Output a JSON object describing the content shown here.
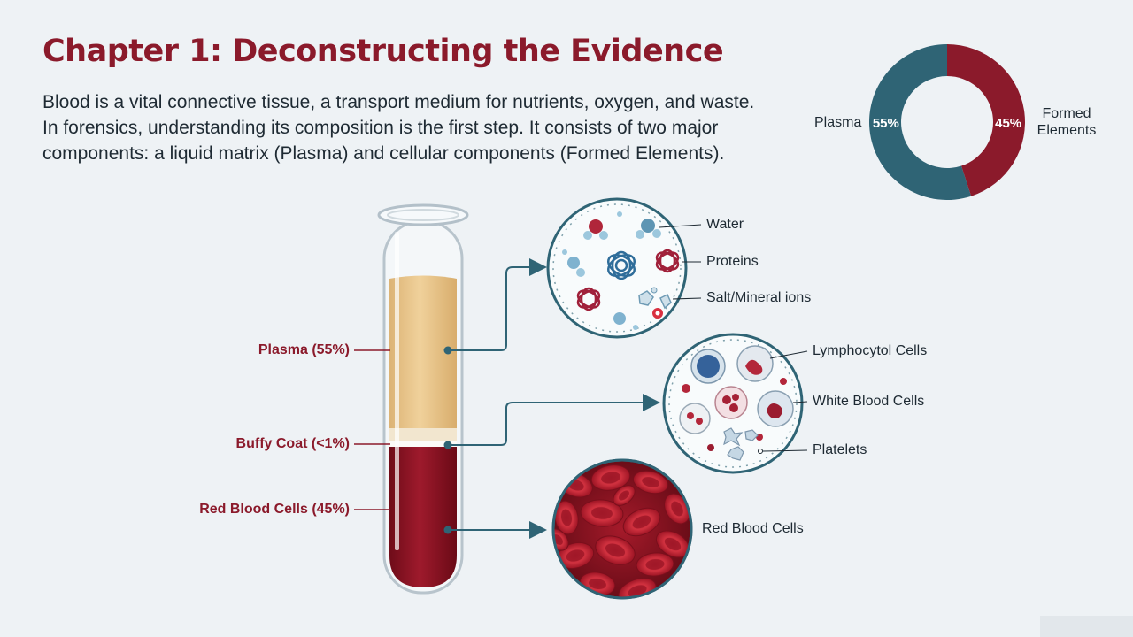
{
  "title": "Chapter 1: Deconstructing the Evidence",
  "intro_lines": [
    "Blood is a vital connective tissue, a transport medium for nutrients, oxygen, and waste.",
    "In forensics, understanding its composition is the first step. It consists of two major",
    "components: a liquid matrix (Plasma) and cellular components (Formed Elements)."
  ],
  "tube_labels": {
    "plasma": "Plasma (55%)",
    "buffy": "Buffy Coat (<1%)",
    "rbc": "Red Blood Cells (45%)"
  },
  "plasma_callouts": {
    "water": "Water",
    "proteins": "Proteins",
    "salt": "Salt/Mineral ions"
  },
  "buffy_callouts": {
    "lymph": "Lymphocytol Cells",
    "wbc": "White Blood Cells",
    "platelets": "Platelets"
  },
  "rbc_callout": "Red Blood Cells",
  "colors": {
    "accent": "#8b1a2b",
    "teal": "#2f6475",
    "plasma": "#e9c78c",
    "blood": "#8f1424",
    "background": "#eef2f5"
  },
  "chart_data": {
    "type": "pie",
    "categories": [
      "Plasma",
      "Formed Elements"
    ],
    "values": [
      55,
      45
    ],
    "value_labels": [
      "55%",
      "45%"
    ],
    "colors": [
      "#2f6475",
      "#8b1a2b"
    ],
    "title": "",
    "donut": true
  }
}
